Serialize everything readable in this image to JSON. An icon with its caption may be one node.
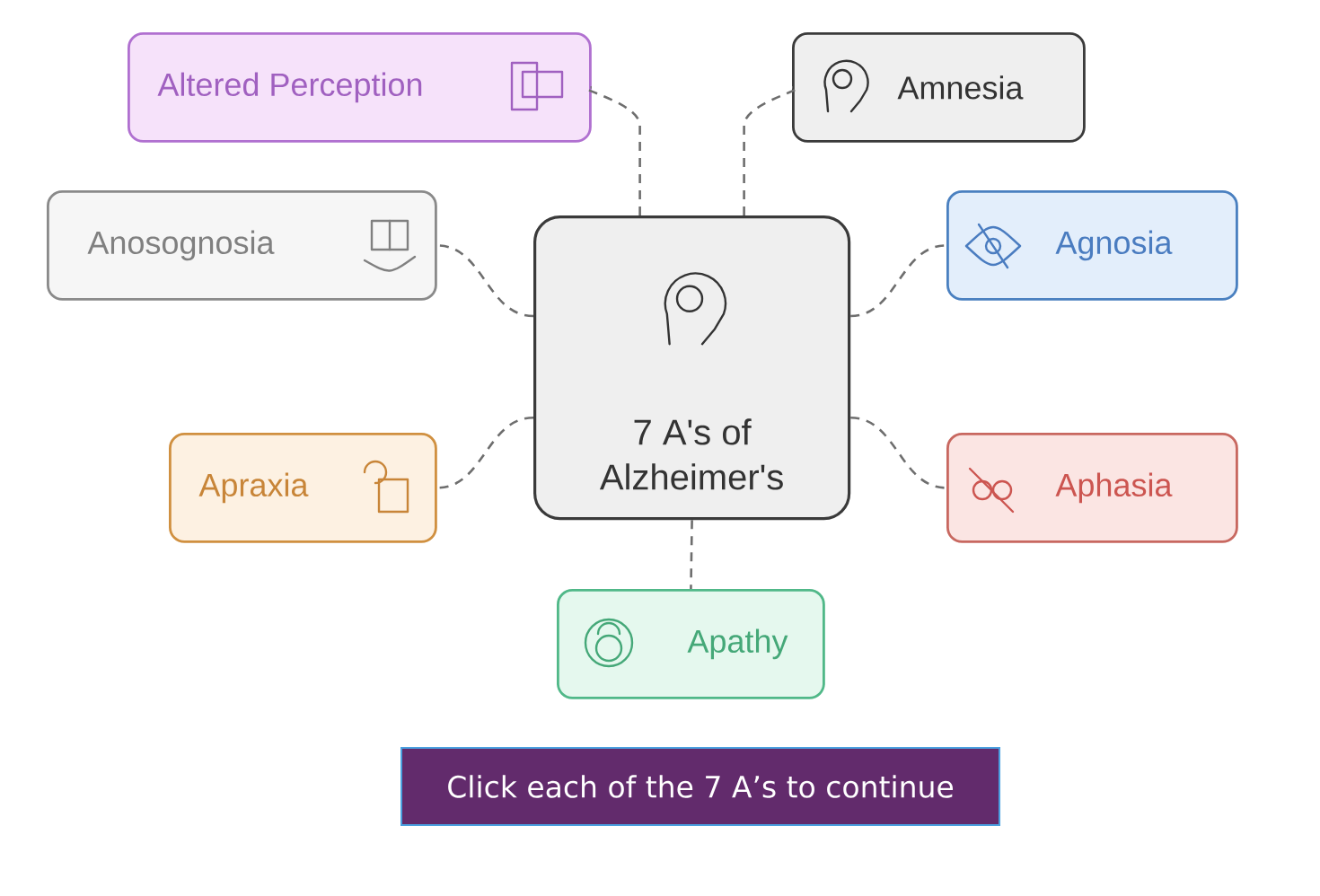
{
  "diagram": {
    "nodes": [
      {
        "text": [
          "Altered Perception"
        ]
      },
      {
        "text": [
          "Amnesia"
        ]
      },
      {
        "text": [
          "Anosognosia"
        ]
      },
      {
        "text": [
          "7 A's of Alzheimer's"
        ]
      },
      {
        "text": [
          "Agnosia"
        ]
      },
      {
        "text": [
          "Apraxia"
        ]
      },
      {
        "text": [
          "Aphasia"
        ]
      },
      {
        "text": [
          "Apathy"
        ]
      },
      {
        "text": [
          "Click each of the 7 A’s to continue"
        ]
      }
    ],
    "edges": [
      {
        "from": 3,
        "to": 0,
        "arrow": "none",
        "style": "dashed"
      },
      {
        "from": 3,
        "to": 1,
        "arrow": "none",
        "style": "dashed"
      },
      {
        "from": 3,
        "to": 2,
        "arrow": "none",
        "style": "dashed"
      },
      {
        "from": 3,
        "to": 4,
        "arrow": "none",
        "style": "dashed"
      },
      {
        "from": 3,
        "to": 5,
        "arrow": "none",
        "style": "dashed"
      },
      {
        "from": 3,
        "to": 6,
        "arrow": "none",
        "style": "dashed"
      },
      {
        "from": 3,
        "to": 7,
        "arrow": "none",
        "style": "dashed"
      }
    ]
  }
}
